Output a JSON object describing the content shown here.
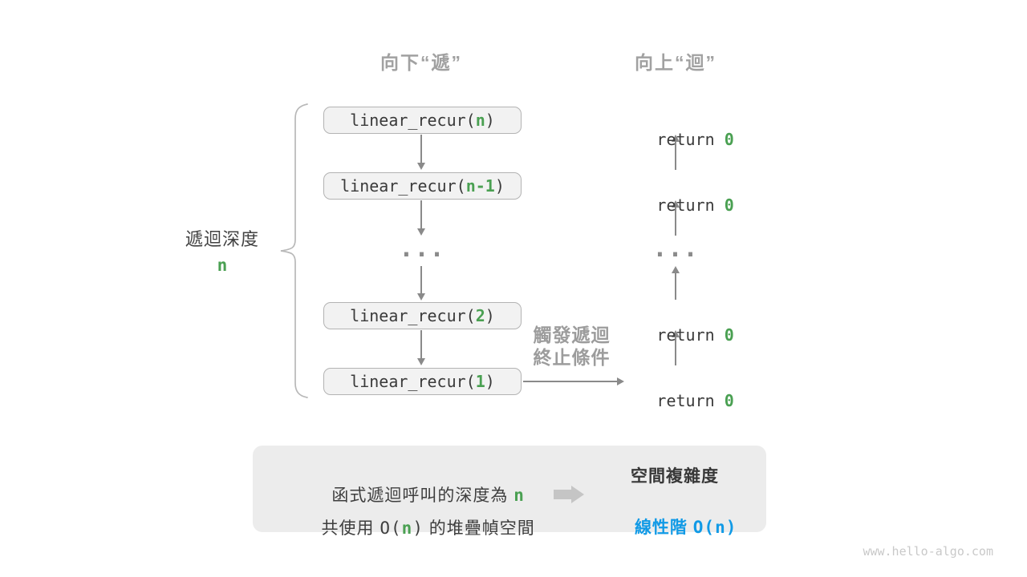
{
  "colors": {
    "green_accent": "#4aa052",
    "blue_accent": "#119ae6",
    "header_gray": "#a1a1a1",
    "dark_text": "#3a3a3a",
    "arrow_gray": "#8a8a8a",
    "box_fill": "#f2f2f2",
    "box_border": "#b3b3b3",
    "panel_fill": "#ececec"
  },
  "headers": {
    "descend": "向下“遞”",
    "ascend": "向上“迴”"
  },
  "depth_brace": {
    "label": "遞迴深度",
    "value": "n"
  },
  "call_column": {
    "boxes": [
      {
        "prefix": "linear_recur(",
        "arg": "n",
        "suffix": ")"
      },
      {
        "prefix": "linear_recur(",
        "arg": "n-1",
        "suffix": ")"
      },
      {
        "prefix": "linear_recur(",
        "arg": "2",
        "suffix": ")"
      },
      {
        "prefix": "linear_recur(",
        "arg": "1",
        "suffix": ")"
      }
    ],
    "ellipsis": "..."
  },
  "return_column": {
    "items": [
      {
        "keyword": "return ",
        "value": "0"
      },
      {
        "keyword": "return ",
        "value": "0"
      },
      {
        "keyword": "return ",
        "value": "0"
      },
      {
        "keyword": "return ",
        "value": "0"
      }
    ],
    "ellipsis": "..."
  },
  "trigger_label": {
    "line1": "觸發遞迴",
    "line2": "終止條件"
  },
  "summary_panel": {
    "line1_text": "函式遞迴呼叫的深度為 ",
    "line1_value": "n",
    "line2_pre": "共使用 ",
    "line2_open": "O(",
    "line2_arg": "n",
    "line2_close": ")",
    "line2_post": " 的堆疊幀空間",
    "result_title": "空間複雜度",
    "result_label": "線性階 ",
    "result_open": "O(",
    "result_arg": "n",
    "result_close": ")"
  },
  "watermark": "www.hello-algo.com"
}
